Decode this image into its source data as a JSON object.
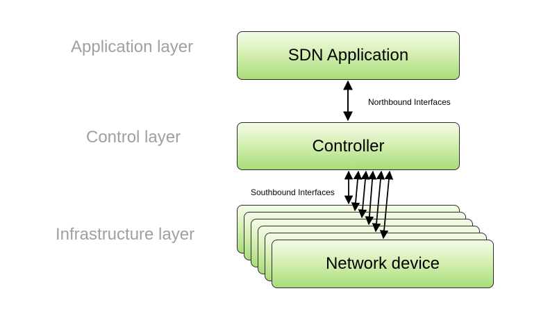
{
  "layers": {
    "application": "Application layer",
    "control": "Control layer",
    "infrastructure": "Infrastructure layer"
  },
  "boxes": {
    "sdn_application": "SDN Application",
    "controller": "Controller",
    "network_device": "Network device"
  },
  "interfaces": {
    "northbound": "Northbound Interfaces",
    "southbound": "Southbound Interfaces"
  },
  "colors": {
    "box_gradient_top": "#f4fbe9",
    "box_gradient_bottom": "#a8dc7a",
    "layer_label": "#a0a0a0",
    "border": "#2b2b2b"
  }
}
